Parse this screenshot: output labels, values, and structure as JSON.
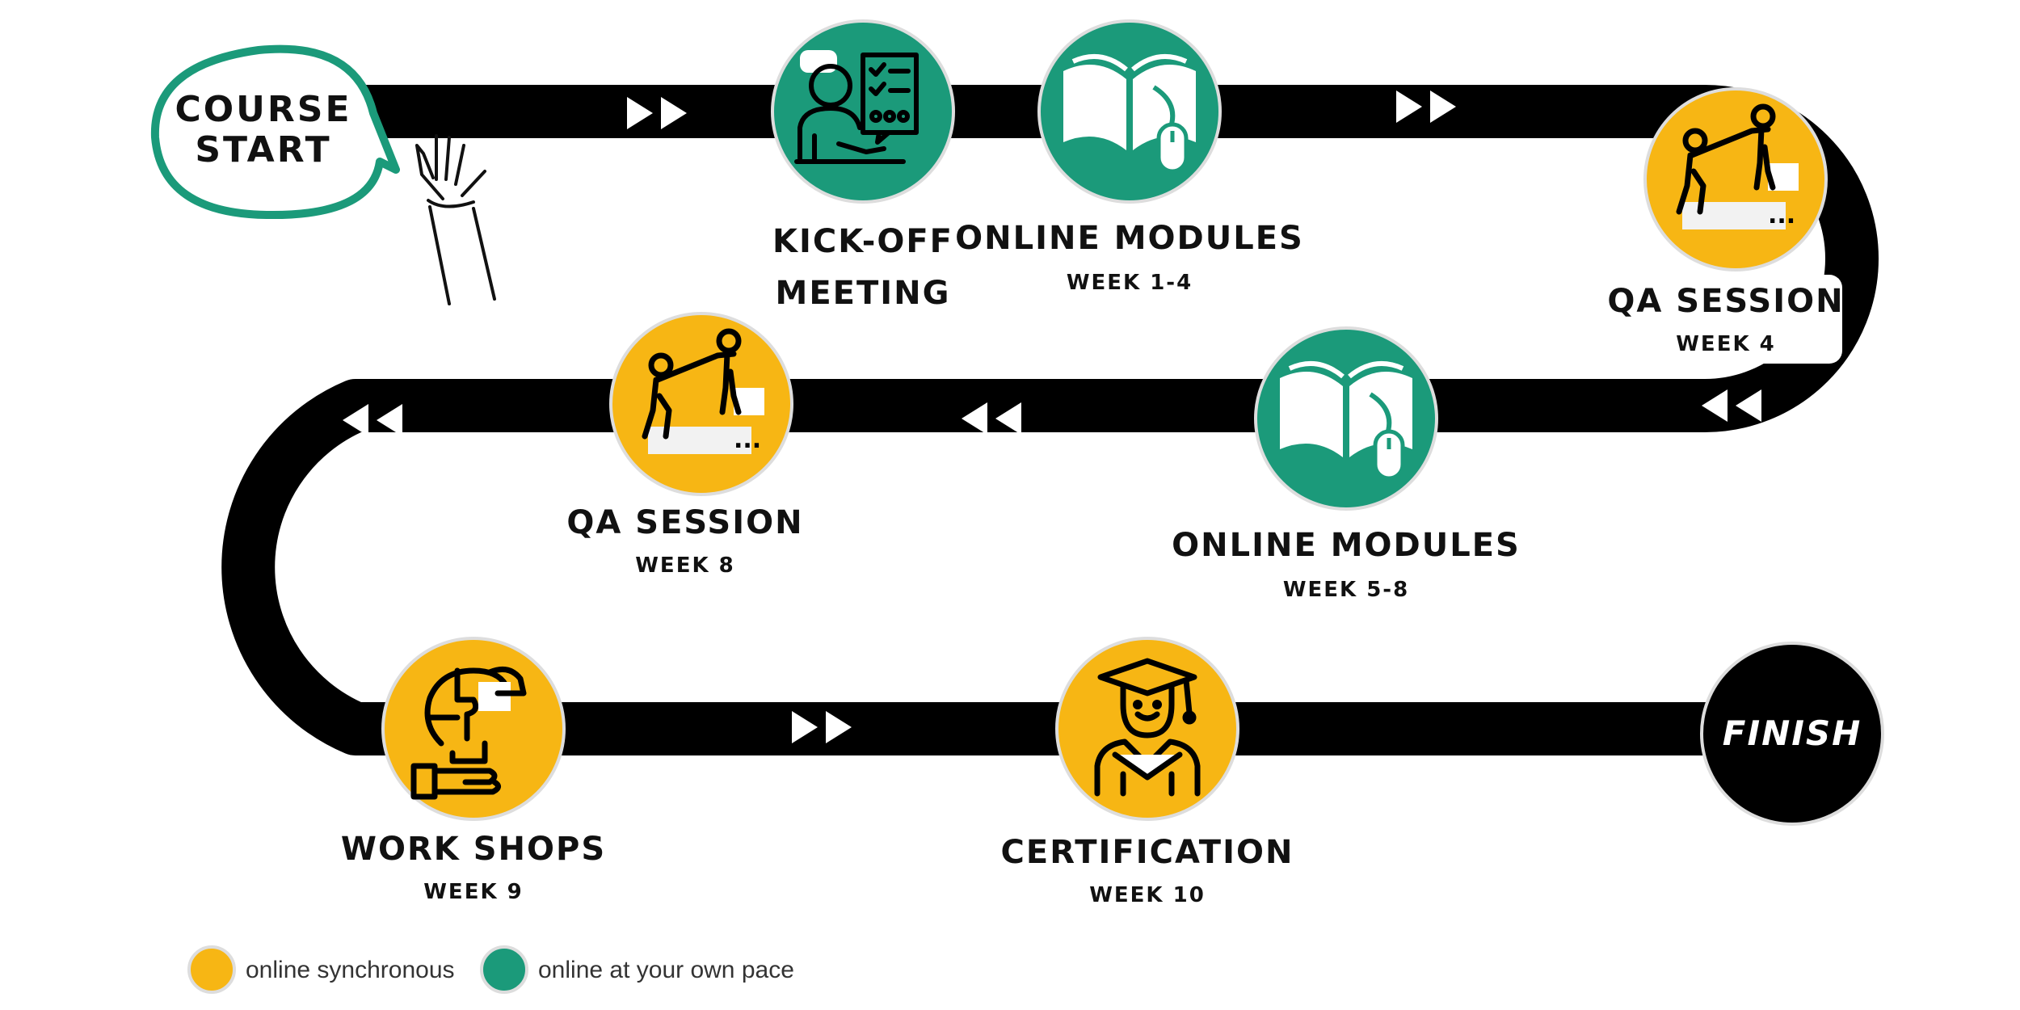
{
  "start": {
    "line1": "COURSE",
    "line2": "START"
  },
  "finish": {
    "label": "FINISH"
  },
  "milestones": [
    {
      "title": "KICK-OFF",
      "title2": "MEETING",
      "sub": "",
      "type": "synchronous",
      "icon": "teacher-checklist-icon"
    },
    {
      "title": "ONLINE MODULES",
      "title2": "",
      "sub": "WEEK 1-4",
      "type": "own-pace",
      "icon": "book-mouse-icon"
    },
    {
      "title": "QA SESSION",
      "title2": "",
      "sub": "WEEK 4",
      "type": "synchronous",
      "icon": "helping-hand-icon"
    },
    {
      "title": "ONLINE MODULES",
      "title2": "",
      "sub": "WEEK 5-8",
      "type": "own-pace",
      "icon": "book-mouse-icon"
    },
    {
      "title": "QA SESSION",
      "title2": "",
      "sub": "WEEK 8",
      "type": "synchronous",
      "icon": "helping-hand-icon"
    },
    {
      "title": "WORK SHOPS",
      "title2": "",
      "sub": "WEEK 9",
      "type": "synchronous",
      "icon": "puzzle-head-icon"
    },
    {
      "title": "CERTIFICATION",
      "title2": "",
      "sub": "WEEK 10",
      "type": "synchronous",
      "icon": "graduate-icon"
    }
  ],
  "legend": [
    {
      "label": "online synchronous",
      "color": "#F7B614"
    },
    {
      "label": "online at your own pace",
      "color": "#1B9A7A"
    }
  ],
  "colors": {
    "synchronous": "#F7B614",
    "own_pace": "#1B9A7A",
    "road": "#000000"
  }
}
